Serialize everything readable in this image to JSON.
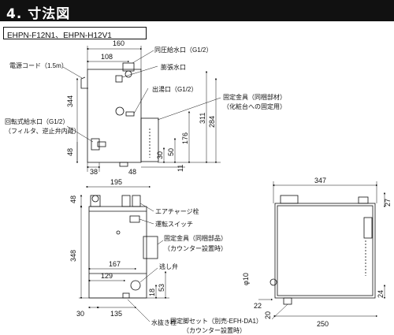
{
  "header": {
    "title": "4. 寸法図"
  },
  "model": {
    "label": "EHPN-F12N1、EHPN-H12V1"
  },
  "dims": {
    "d160": "160",
    "d108": "108",
    "d344": "344",
    "d311": "311",
    "d284": "284",
    "d176": "176",
    "d50": "50",
    "d30a": "30",
    "d48a": "48",
    "d38": "38",
    "d48b": "48",
    "d11": "11",
    "d195": "195",
    "d48c": "48",
    "d348": "348",
    "d167": "167",
    "d129": "129",
    "d18": "18",
    "d53": "53",
    "d30b": "30",
    "d135": "135",
    "d347": "347",
    "d27": "27",
    "d10": "φ10",
    "d22": "22",
    "d20": "20",
    "d24": "24",
    "d250": "250"
  },
  "labels": {
    "power_cord": "電源コード（1.5m）",
    "pressure_inlet": "同圧給水口（G1/2）",
    "expansion_outlet": "膨張水口",
    "hot_outlet": "出湯口（G1/2）",
    "fix_bracket_1": "固定金具（同梱部材）",
    "fix_bracket_1b": "（化粧台への固定用）",
    "rotary_inlet": "回転式給水口（G1/2）",
    "rotary_inlet_b": "（フィルタ、逆止弁内蔵）",
    "air_plug": "エアチャージ栓",
    "run_switch": "運転スイッチ",
    "fix_bracket_2": "固定金具（同梱部品）",
    "fix_bracket_2b": "（カウンター設置時）",
    "return_valve": "逃し弁",
    "drain_plug": "水抜き栓",
    "fix_feet": "固定脚セット（別売-EFH-DA1）",
    "fix_feet_b": "（カウンター設置時）"
  },
  "colors": {
    "line": "#111111",
    "header_bg": "#111111",
    "header_text": "#ffffff",
    "body_fill": "#ffffff"
  }
}
